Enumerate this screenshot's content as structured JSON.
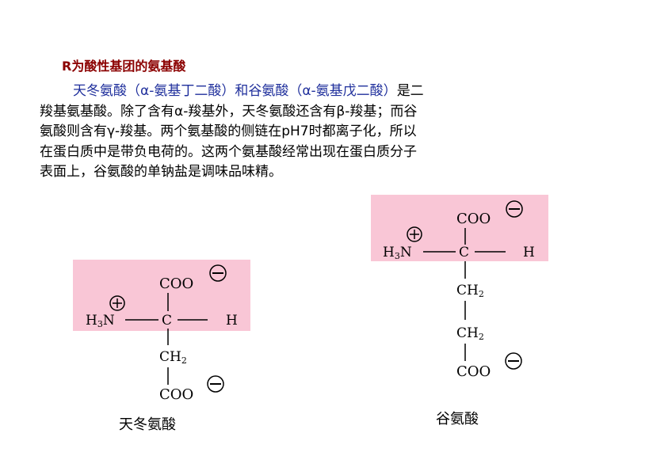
{
  "heading": "R为酸性基团的氨基酸",
  "paragraph": {
    "line1_blue": "天冬氨酸（α-氨基丁二酸）和谷氨酸（α-氨基戊二酸）",
    "line1_rest": "是二",
    "line2": "羧基氨基酸。除了含有α-羧基外，天冬氨酸还含有β-羧基；而谷",
    "line3": "氨酸则含有γ-羧基。两个氨基酸的侧链在pH7时都离子化，所以",
    "line4": "在蛋白质中是带负电荷的。这两个氨基酸经常出现在蛋白质分子",
    "line5": "表面上，谷氨酸的单钠盐是调味品味精。"
  },
  "aspartate": {
    "caption": "天冬氨酸",
    "coo_top": "COO",
    "amine_H": "H",
    "amine_sub": "3",
    "amine_N": "N",
    "alpha_C": "C",
    "side_H": "H",
    "ch2_C": "CH",
    "ch2_sub": "2",
    "coo_bottom": "COO",
    "plus_sign": "+",
    "minus_sign": "−"
  },
  "glutamate": {
    "caption": "谷氨酸",
    "coo_top": "COO",
    "amine_H": "H",
    "amine_sub": "3",
    "amine_N": "N",
    "alpha_C": "C",
    "side_H": "H",
    "ch2a_C": "CH",
    "ch2a_sub": "2",
    "ch2b_C": "CH",
    "ch2b_sub": "2",
    "coo_bottom": "COO",
    "plus_sign": "+",
    "minus_sign": "−"
  },
  "colors": {
    "highlight": "#f9c6d6",
    "heading": "#8b0000",
    "blue_text": "#1f2f9c",
    "ink": "#000000"
  }
}
